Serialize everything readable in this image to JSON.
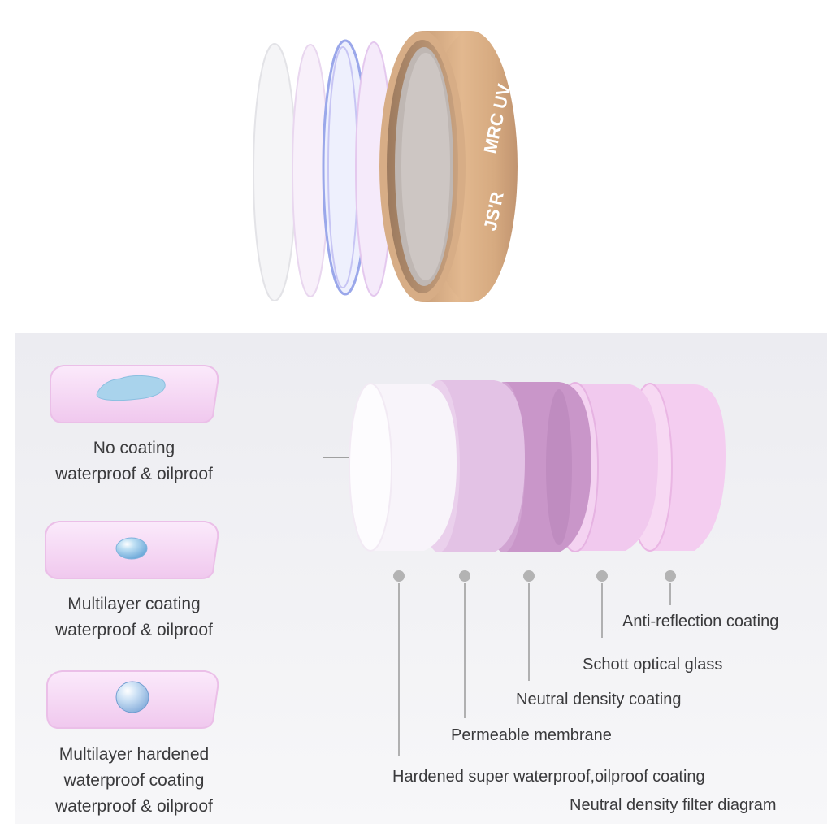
{
  "product": {
    "brand_mark": "JS'R",
    "model_mark": "MRC UV",
    "ring_color": "#d9ad84"
  },
  "comparison": [
    {
      "line1": "No coating",
      "line2": "waterproof & oilproof",
      "line3": ""
    },
    {
      "line1": "Multilayer coating",
      "line2": "waterproof & oilproof",
      "line3": ""
    },
    {
      "line1": "Multilayer hardened",
      "line2": "waterproof coating",
      "line3": "waterproof & oilproof"
    }
  ],
  "layers": [
    {
      "label": "Hardened super waterproof,oilproof coating"
    },
    {
      "label": "Permeable membrane"
    },
    {
      "label": "Neutral density coating"
    },
    {
      "label": "Schott optical glass"
    },
    {
      "label": "Anti-reflection coating"
    }
  ],
  "diagram_caption": "Neutral density filter diagram",
  "colors": {
    "coating_pink": "#f1c9ef",
    "drop_blue": "#8fc3e6",
    "leader_gray": "#9a9a9a",
    "text": "#3a3a3c"
  }
}
